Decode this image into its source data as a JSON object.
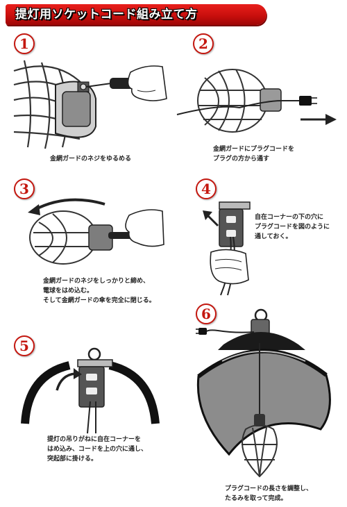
{
  "title": "提灯用ソケットコード組み立て方",
  "steps": [
    {
      "number": "1",
      "lines": [
        "金網ガードのネジをゆるめる"
      ]
    },
    {
      "number": "2",
      "lines": [
        "金網ガードにプラグコードを",
        "プラグの方から通す"
      ]
    },
    {
      "number": "3",
      "lines": [
        "金網ガードのネジをしっかりと締め、",
        "電球をはめ込む。",
        "そして金網ガードの傘を完全に閉じる。"
      ]
    },
    {
      "number": "4",
      "lines": [
        "自在コーナーの下の穴に",
        "プラグコードを図のように",
        "通しておく。"
      ]
    },
    {
      "number": "5",
      "lines": [
        "提灯の吊りがねに自在コーナーを",
        "はめ込み、コードを上の穴に通し、",
        "突起部に掛ける。"
      ]
    },
    {
      "number": "6",
      "lines": [
        "プラグコードの長さを調整し、",
        "たるみを取って完成。"
      ]
    }
  ],
  "colors": {
    "banner": "#d7130f",
    "badge": "#c4170f",
    "ink": "#1a1a1a"
  }
}
